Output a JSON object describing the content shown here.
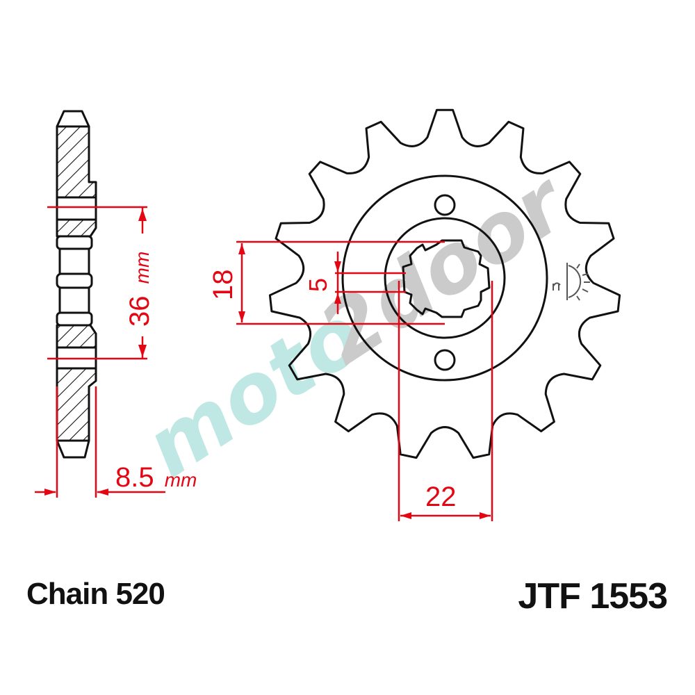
{
  "diagram": {
    "type": "front sprocket technical drawing",
    "teeth_count": 15,
    "colors": {
      "outline": "#111111",
      "dimension": "#e30613",
      "watermark_teal": "#bfe8e4",
      "watermark_gray": "#c8c8c8"
    },
    "side_view": {
      "dimensions": {
        "hub_diameter": {
          "value": "36",
          "unit": "mm"
        },
        "thickness": {
          "value": "8.5",
          "unit": "mm"
        }
      }
    },
    "front_view": {
      "dimensions": {
        "spline_minor": {
          "value": "18"
        },
        "spline_width": {
          "value": "5"
        },
        "spline_major": {
          "value": "22"
        }
      },
      "bolt_holes": 2
    },
    "watermark": {
      "part1": "moto",
      "part2": "2door"
    }
  },
  "footer": {
    "chain_label": "Chain 520",
    "part_number": "JTF 1553"
  }
}
